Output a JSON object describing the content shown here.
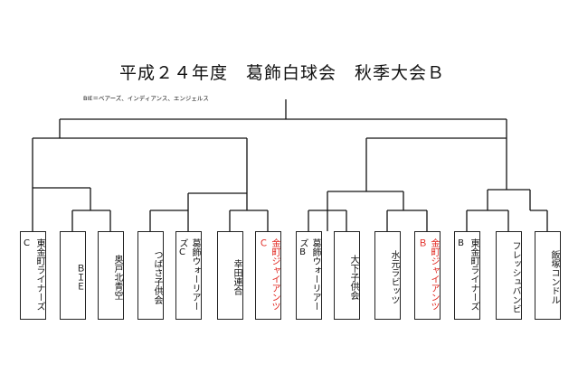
{
  "title": "平成２４年度　葛飾白球会　秋季大会Ｂ",
  "note": "BIE＝ベアーズ、インディアンス、エンジェルス",
  "teams": [
    {
      "name": "東金町ライナーズC",
      "color": "#111111"
    },
    {
      "name": "ＢＩＥ",
      "color": "#111111"
    },
    {
      "name": "奥戸北青空",
      "color": "#111111"
    },
    {
      "name": "つばさ子供会",
      "color": "#111111"
    },
    {
      "name": "葛飾ウォーリアーズC",
      "color": "#111111"
    },
    {
      "name": "幸田連合",
      "color": "#111111"
    },
    {
      "name": "金町ジャイアンツＣ",
      "color": "#e0211a"
    },
    {
      "name": "葛飾ウォーリアーズB",
      "color": "#111111"
    },
    {
      "name": "大下子供会",
      "color": "#111111"
    },
    {
      "name": "水元ラビッツ",
      "color": "#111111"
    },
    {
      "name": "金町ジャイアンツ Ｂ",
      "color": "#e0211a"
    },
    {
      "name": "東金町ライナーズB",
      "color": "#111111"
    },
    {
      "name": "フレッシュバンビ",
      "color": "#111111"
    },
    {
      "name": "飯塚コンドル",
      "color": "#111111"
    }
  ]
}
